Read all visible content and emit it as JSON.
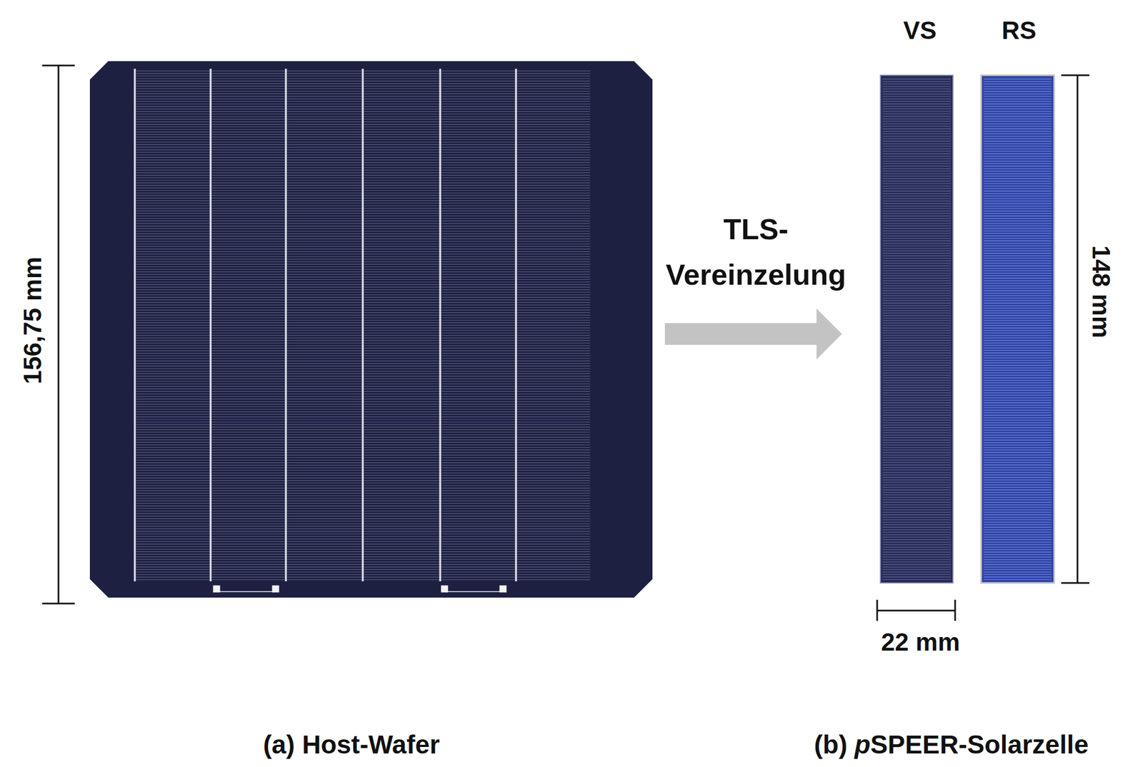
{
  "diagram": {
    "labels": [
      "156,75 mm",
      "TLS- Vereinzelung",
      "VS",
      "RS",
      "148 mm",
      "22 mm",
      "(a) Host-Wafer",
      "(b) pSPEER-Solarzelle"
    ]
  }
}
